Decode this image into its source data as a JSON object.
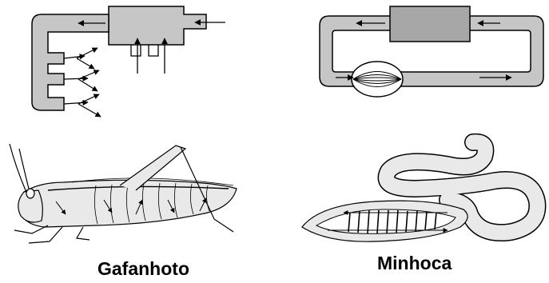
{
  "labels": {
    "left": "Gafanhoto",
    "right": "Minhoca"
  },
  "panels": [
    {
      "id": "open-circulation",
      "icon": "open-circulatory-system-diagram"
    },
    {
      "id": "closed-circulation",
      "icon": "closed-circulatory-system-diagram"
    },
    {
      "id": "grasshopper",
      "icon": "grasshopper-illustration"
    },
    {
      "id": "earthworm",
      "icon": "earthworm-illustration"
    }
  ],
  "colors": {
    "vessel_fill": "#c6c6c6",
    "heart_fill": "#a7a7a7",
    "outline": "#000000",
    "body_fill": "#e9e9e9"
  }
}
